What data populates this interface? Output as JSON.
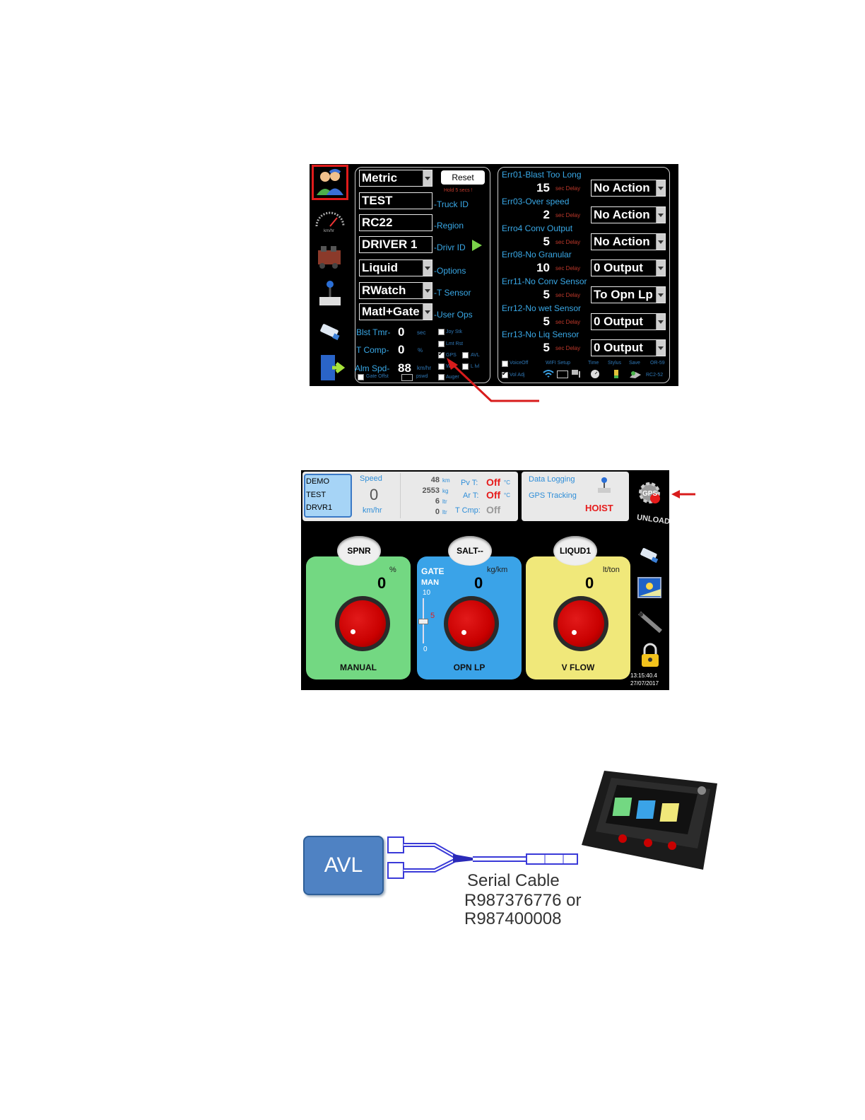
{
  "settings": {
    "units_select": "Metric",
    "reset_button": "Reset",
    "reset_hint": "Hold 5 secs !",
    "truck_id": {
      "value": "TEST",
      "label": "-Truck ID"
    },
    "region": {
      "value": "RC22",
      "label": "-Region"
    },
    "driver_id": {
      "value": "DRIVER 1",
      "label": "-Drivr ID"
    },
    "options": {
      "value": "Liquid",
      "label": "-Options"
    },
    "t_sensor": {
      "value": "RWatch",
      "label": "-T Sensor"
    },
    "user_ops": {
      "value": "Matl+Gate",
      "label": "-User Ops"
    },
    "blst_tmr": {
      "label": "Blst Tmr-",
      "value": "0",
      "unit": "sec"
    },
    "t_comp": {
      "label": "T Comp-",
      "value": "0",
      "unit": "%"
    },
    "alm_spd": {
      "label": "Alm Spd-",
      "value": "88",
      "unit": "km/hr"
    },
    "gate_offst": "Gate Offst",
    "pswd": "pswd",
    "checkboxes": [
      {
        "label": "Joy Stk",
        "checked": false
      },
      {
        "label": "Lmt Rst",
        "checked": false
      },
      {
        "label": "GPS",
        "checked": true
      },
      {
        "label": "AVL",
        "checked": false
      },
      {
        "label": "W/S",
        "checked": false
      },
      {
        "label": "L lvl",
        "checked": false
      },
      {
        "label": "Auger",
        "checked": false
      }
    ],
    "delay_label": "sec Delay",
    "errors": [
      {
        "title": "Err01-Blast Too Long",
        "delay": "15",
        "action": "No Action"
      },
      {
        "title": "Err03-Over speed",
        "delay": "2",
        "action": "No Action"
      },
      {
        "title": "Erro4 Conv Output",
        "delay": "5",
        "action": "No Action"
      },
      {
        "title": "Err08-No Granular",
        "delay": "10",
        "action": "0 Output"
      },
      {
        "title": "Err11-No Conv Sensor",
        "delay": "5",
        "action": "To Opn Lp"
      },
      {
        "title": "Err12-No wet Sensor",
        "delay": "5",
        "action": "0 Output"
      },
      {
        "title": "Err13-No Liq Sensor",
        "delay": "5",
        "action": "0 Output"
      }
    ],
    "bottom": {
      "voice_off": "VoiceOff",
      "vol_adj": "Vol Adj",
      "wifi_setup": "WIFI Setup",
      "time": "Time",
      "stylus": "Stylus",
      "save": "Save",
      "model_top": "OR-59",
      "model_bottom": "RC2-52"
    },
    "sidebar_icons": [
      "user-settings-icon",
      "speedometer-icon",
      "valve-block-icon",
      "joystick-icon",
      "usb-icon",
      "exit-icon"
    ]
  },
  "run": {
    "id_box": [
      "DEMO",
      "TEST",
      "DRVR1"
    ],
    "speed_label": "Speed",
    "speed_value": "0",
    "speed_unit": "km/hr",
    "totals": [
      {
        "value": "48",
        "unit": "km"
      },
      {
        "value": "2553",
        "unit": "kg"
      },
      {
        "value": "6",
        "unit": "ltr"
      },
      {
        "value": "0",
        "unit": "ltr"
      }
    ],
    "pv_t": {
      "label": "Pv T:",
      "value": "Off",
      "unit": "°C"
    },
    "ar_t": {
      "label": "Ar T:",
      "value": "Off",
      "unit": "°C"
    },
    "t_cmp": {
      "label": "T Cmp:",
      "value": "Off"
    },
    "data_logging": "Data Logging",
    "gps_tracking": "GPS Tracking",
    "hoist": "HOIST",
    "gps_icon_text": "GPS",
    "unload": "UNLOAD",
    "time": "13:15:40.4",
    "date": "27/07/2017",
    "channels": [
      {
        "tab": "SPNR",
        "unit": "%",
        "value": "0",
        "mode": "MANUAL",
        "color": "#73d882"
      },
      {
        "tab": "SALT--",
        "unit": "kg/km",
        "value": "0",
        "mode": "OPN LP",
        "color": "#3aa3e8",
        "gate": "GATE",
        "man": "MAN",
        "scale_top": "10",
        "scale_mid": "5",
        "scale_bot": "0"
      },
      {
        "tab": "LIQUD1",
        "unit": "lt/ton",
        "value": "0",
        "mode": "V FLOW",
        "color": "#f0e87a"
      }
    ]
  },
  "diagram": {
    "avl": "AVL",
    "cable_title": "Serial Cable",
    "cable_pn1": "R987376776 or",
    "cable_pn2": "R987400008"
  }
}
